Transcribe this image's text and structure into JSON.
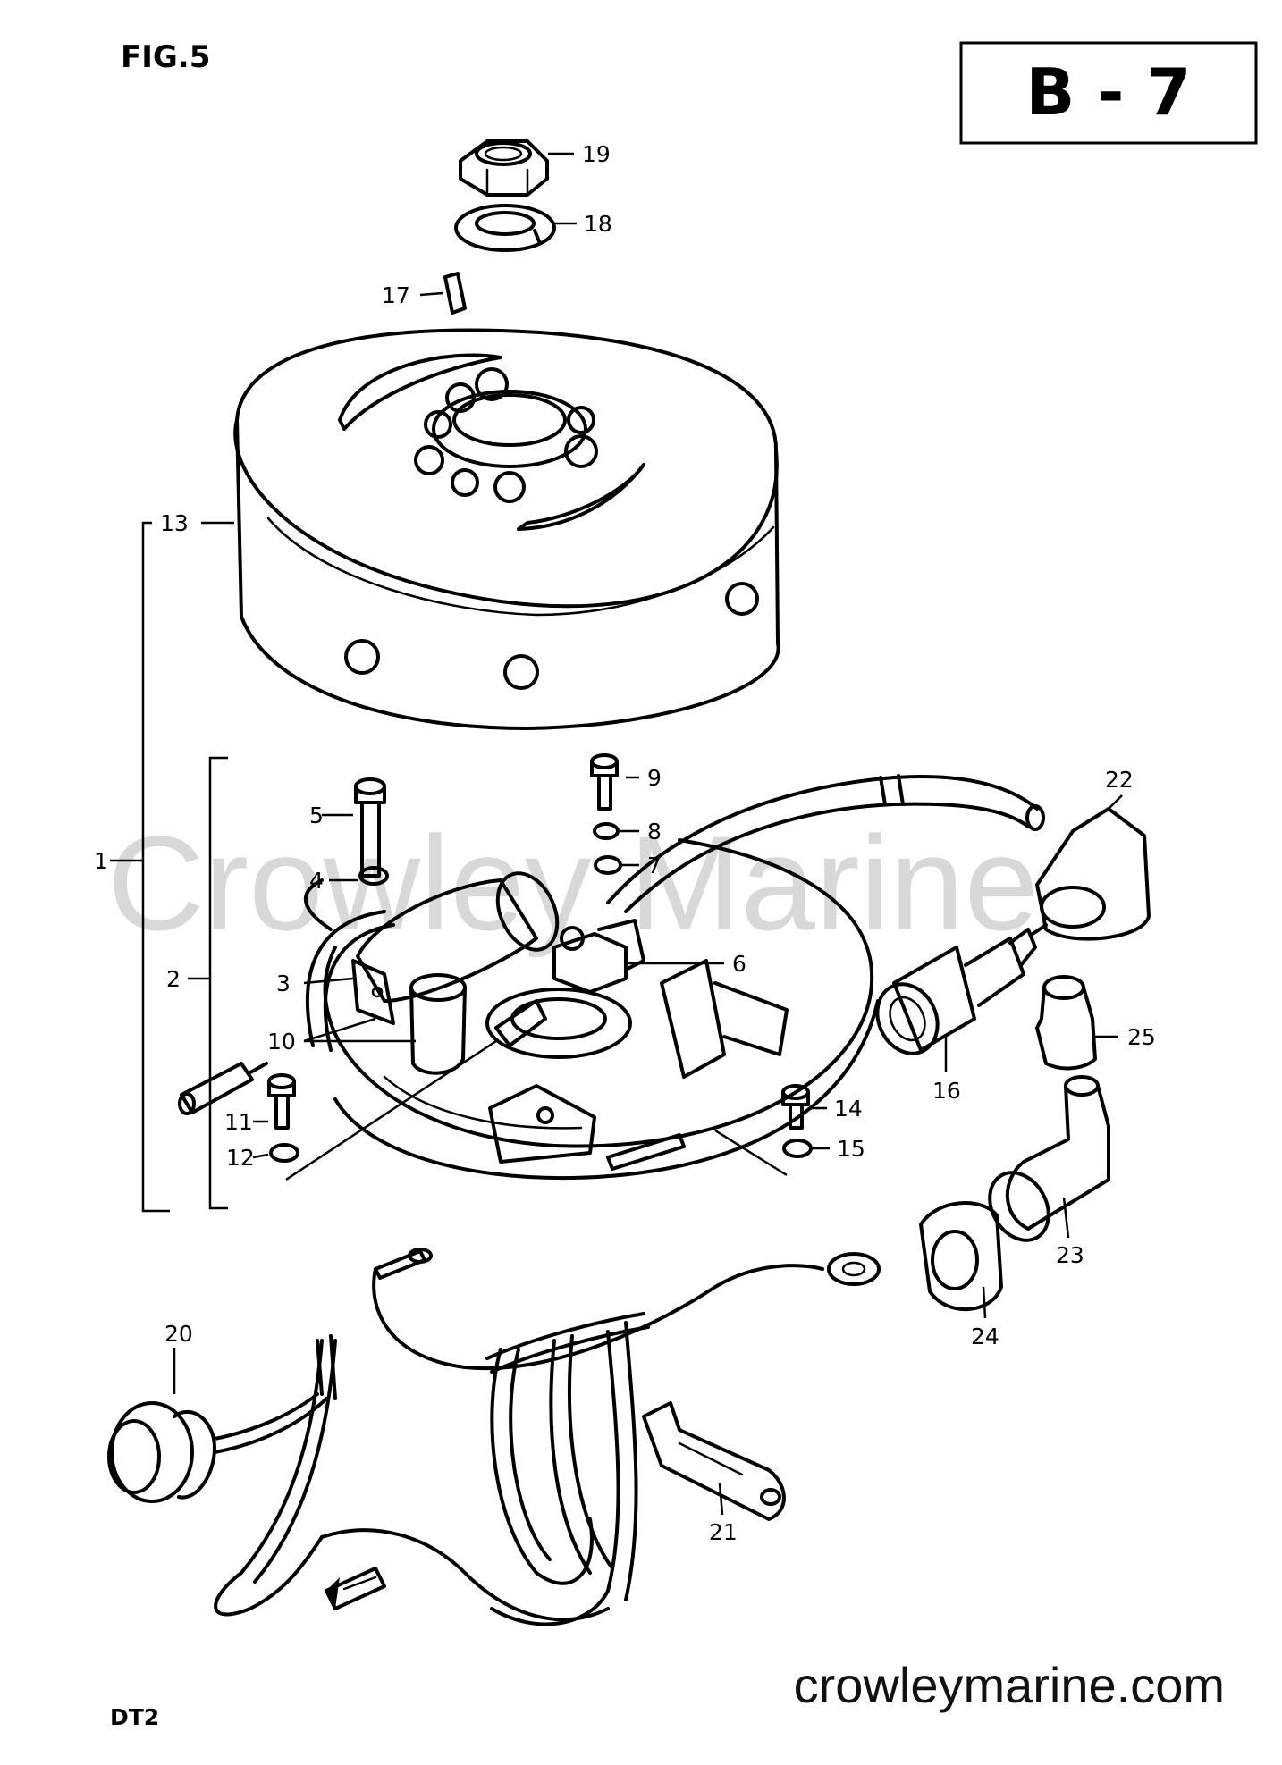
{
  "figure_label": "FIG.5",
  "page_code": "B - 7",
  "model_code": "DT2",
  "watermark": "Crowley Marine",
  "site_url": "crowleymarine.com",
  "callouts": [
    {
      "id": "c1",
      "text": "1"
    },
    {
      "id": "c2",
      "text": "2"
    },
    {
      "id": "c3",
      "text": "3"
    },
    {
      "id": "c4",
      "text": "4"
    },
    {
      "id": "c5",
      "text": "5"
    },
    {
      "id": "c6",
      "text": "6"
    },
    {
      "id": "c7",
      "text": "7"
    },
    {
      "id": "c8",
      "text": "8"
    },
    {
      "id": "c9",
      "text": "9"
    },
    {
      "id": "c10",
      "text": "10"
    },
    {
      "id": "c11",
      "text": "11"
    },
    {
      "id": "c12",
      "text": "12"
    },
    {
      "id": "c13",
      "text": "13"
    },
    {
      "id": "c14",
      "text": "14"
    },
    {
      "id": "c15",
      "text": "15"
    },
    {
      "id": "c16",
      "text": "16"
    },
    {
      "id": "c17",
      "text": "17"
    },
    {
      "id": "c18",
      "text": "18"
    },
    {
      "id": "c19",
      "text": "19"
    },
    {
      "id": "c20",
      "text": "20"
    },
    {
      "id": "c21",
      "text": "21"
    },
    {
      "id": "c22",
      "text": "22"
    },
    {
      "id": "c23",
      "text": "23"
    },
    {
      "id": "c24",
      "text": "24"
    },
    {
      "id": "c25",
      "text": "25"
    }
  ]
}
